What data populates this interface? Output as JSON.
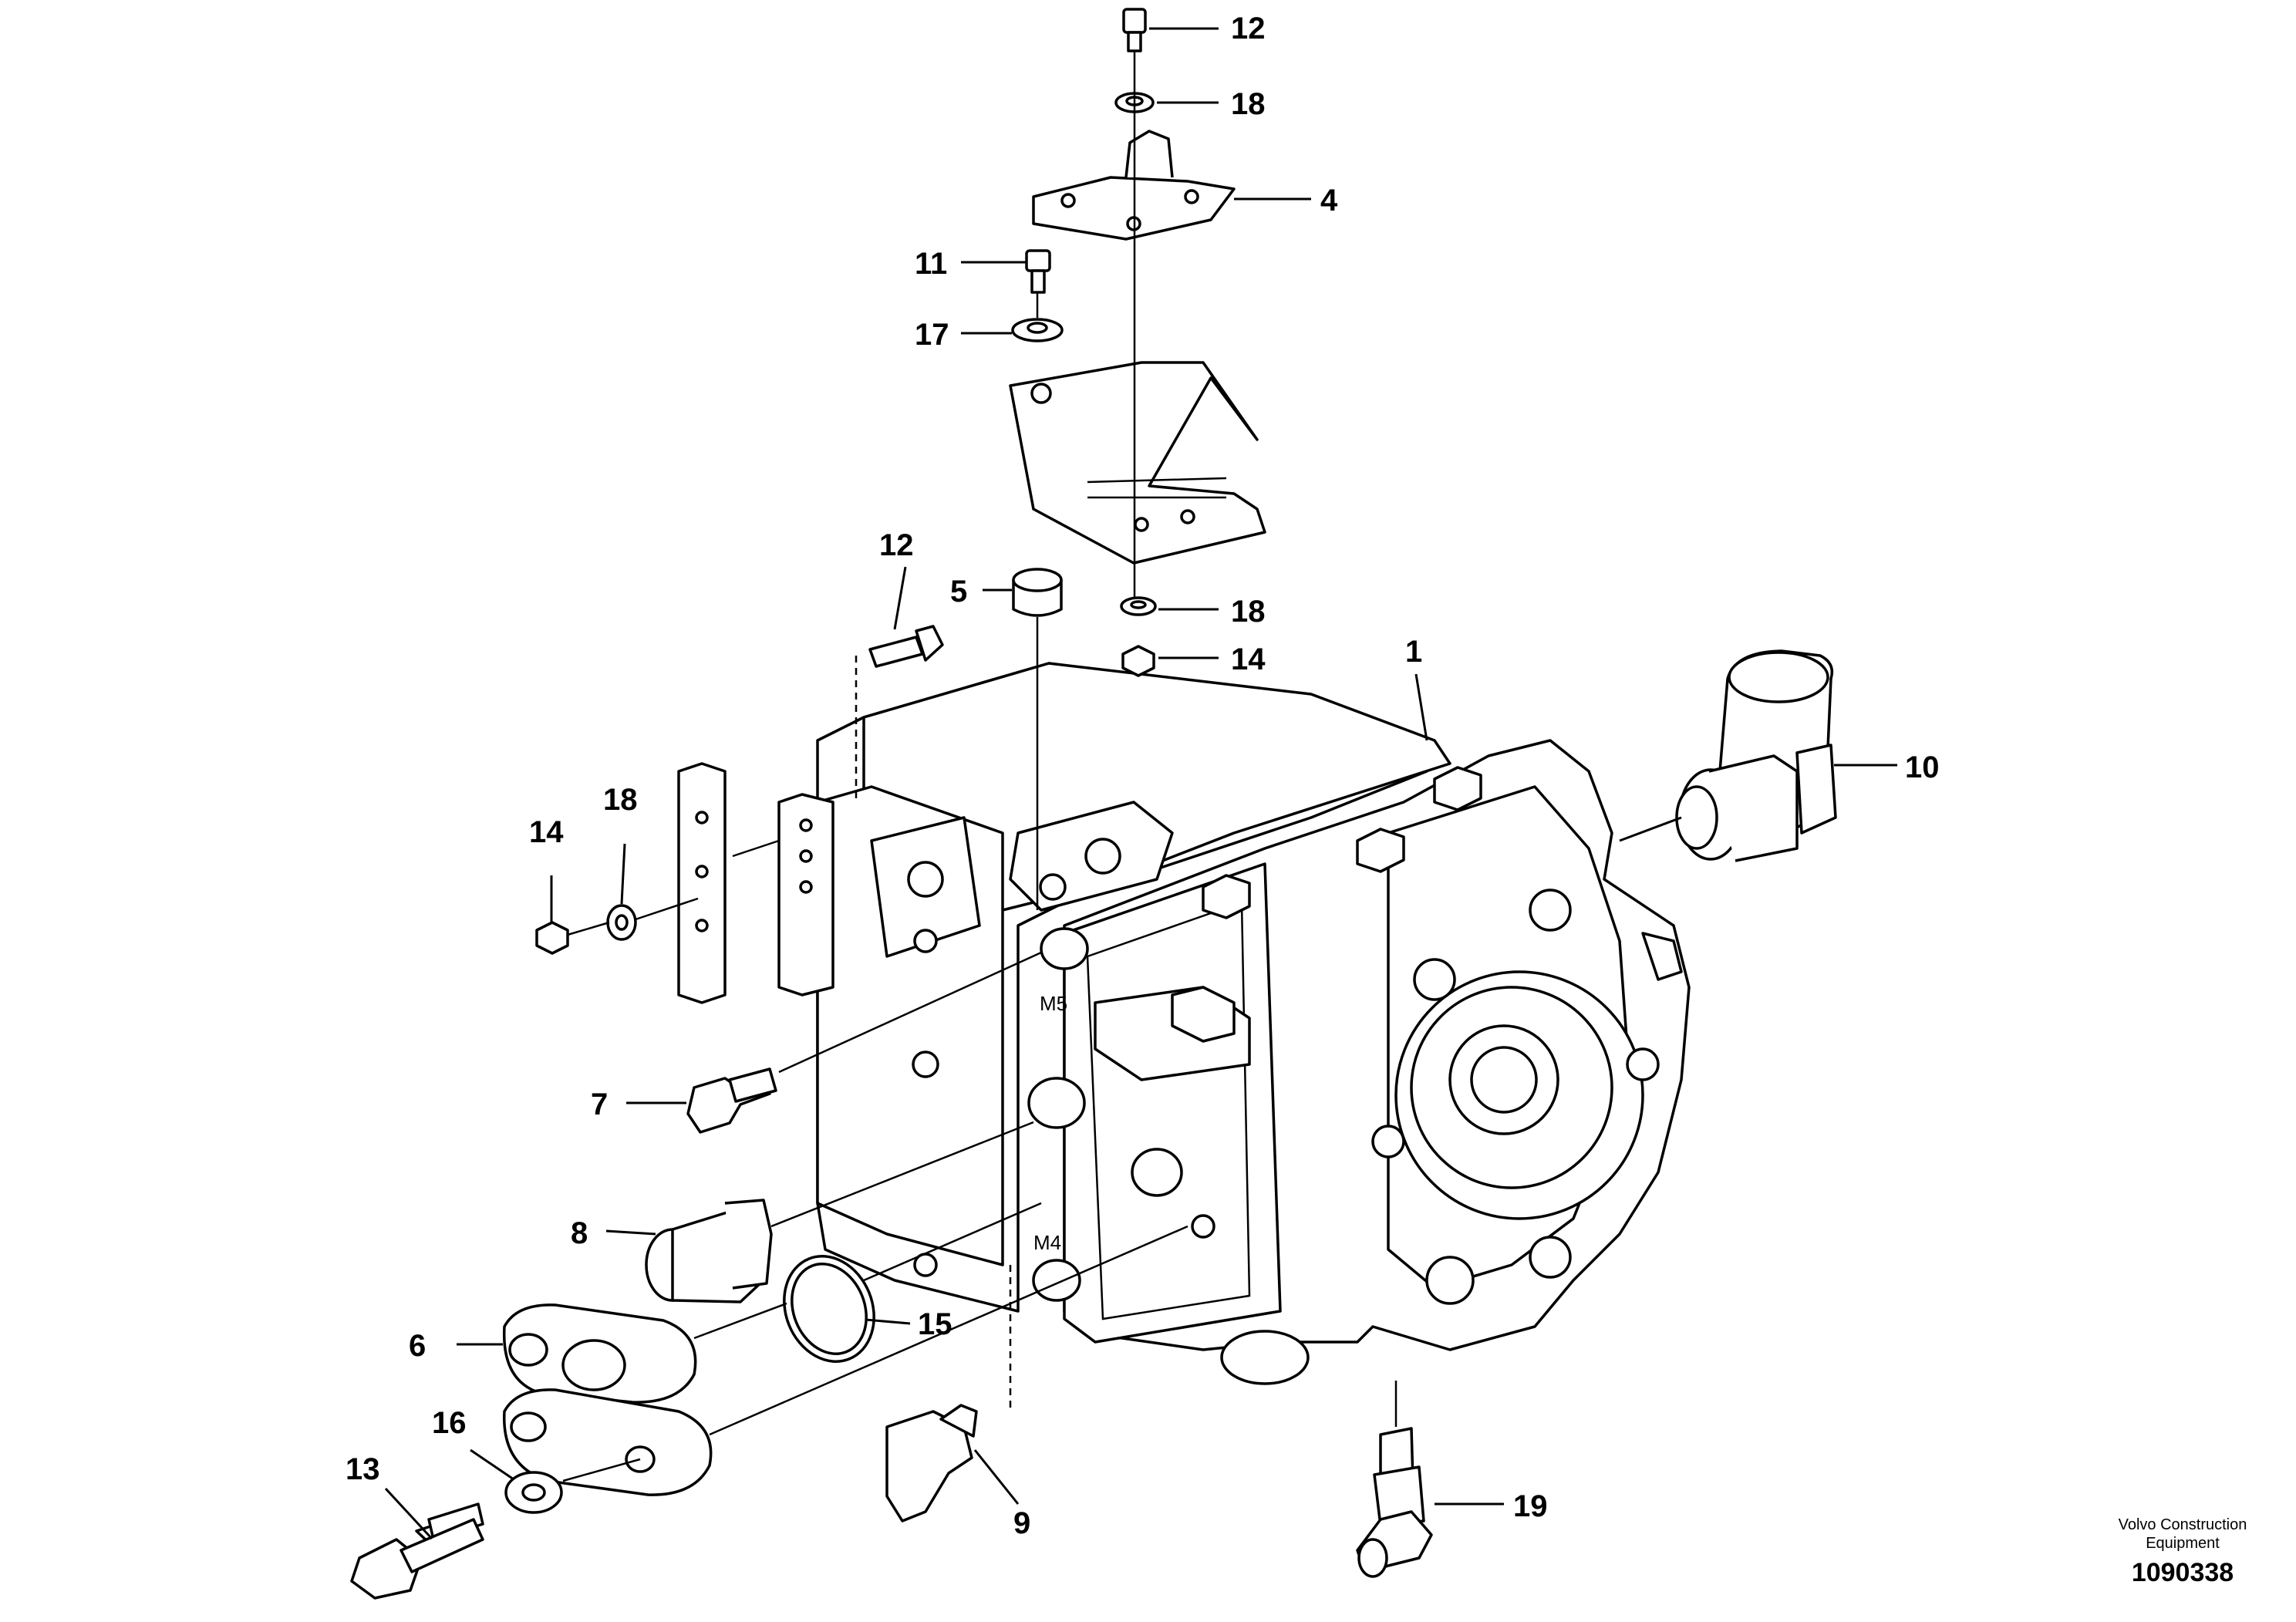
{
  "callouts": {
    "c1": "1",
    "c4": "4",
    "c5": "5",
    "c6": "6",
    "c7": "7",
    "c8": "8",
    "c9": "9",
    "c10": "10",
    "c11": "11",
    "c12_top": "12",
    "c12_mid": "12",
    "c13": "13",
    "c14_right": "14",
    "c14_left": "14",
    "c15": "15",
    "c16": "16",
    "c17": "17",
    "c18_top": "18",
    "c18_mid": "18",
    "c18_left": "18",
    "c19": "19"
  },
  "port_marks": {
    "m5": "M5",
    "m4": "M4"
  },
  "footer": {
    "credit_line1": "Volvo Construction",
    "credit_line2": "Equipment",
    "document_number": "1090338"
  }
}
